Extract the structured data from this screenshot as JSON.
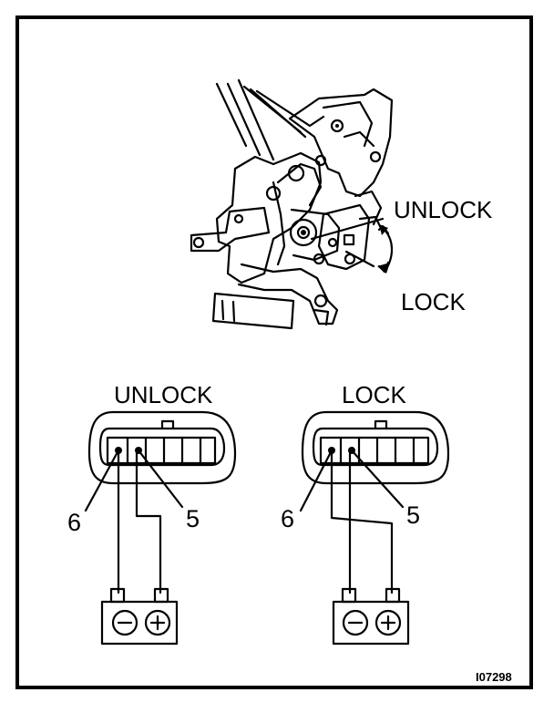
{
  "figure": {
    "mechanism": {
      "unlock_label": "UNLOCK",
      "lock_label": "LOCK"
    },
    "connectors": [
      {
        "state_label": "UNLOCK",
        "pin_left": "6",
        "pin_right": "5"
      },
      {
        "state_label": "LOCK",
        "pin_left": "6",
        "pin_right": "5"
      }
    ],
    "reference_code": "I07298"
  }
}
